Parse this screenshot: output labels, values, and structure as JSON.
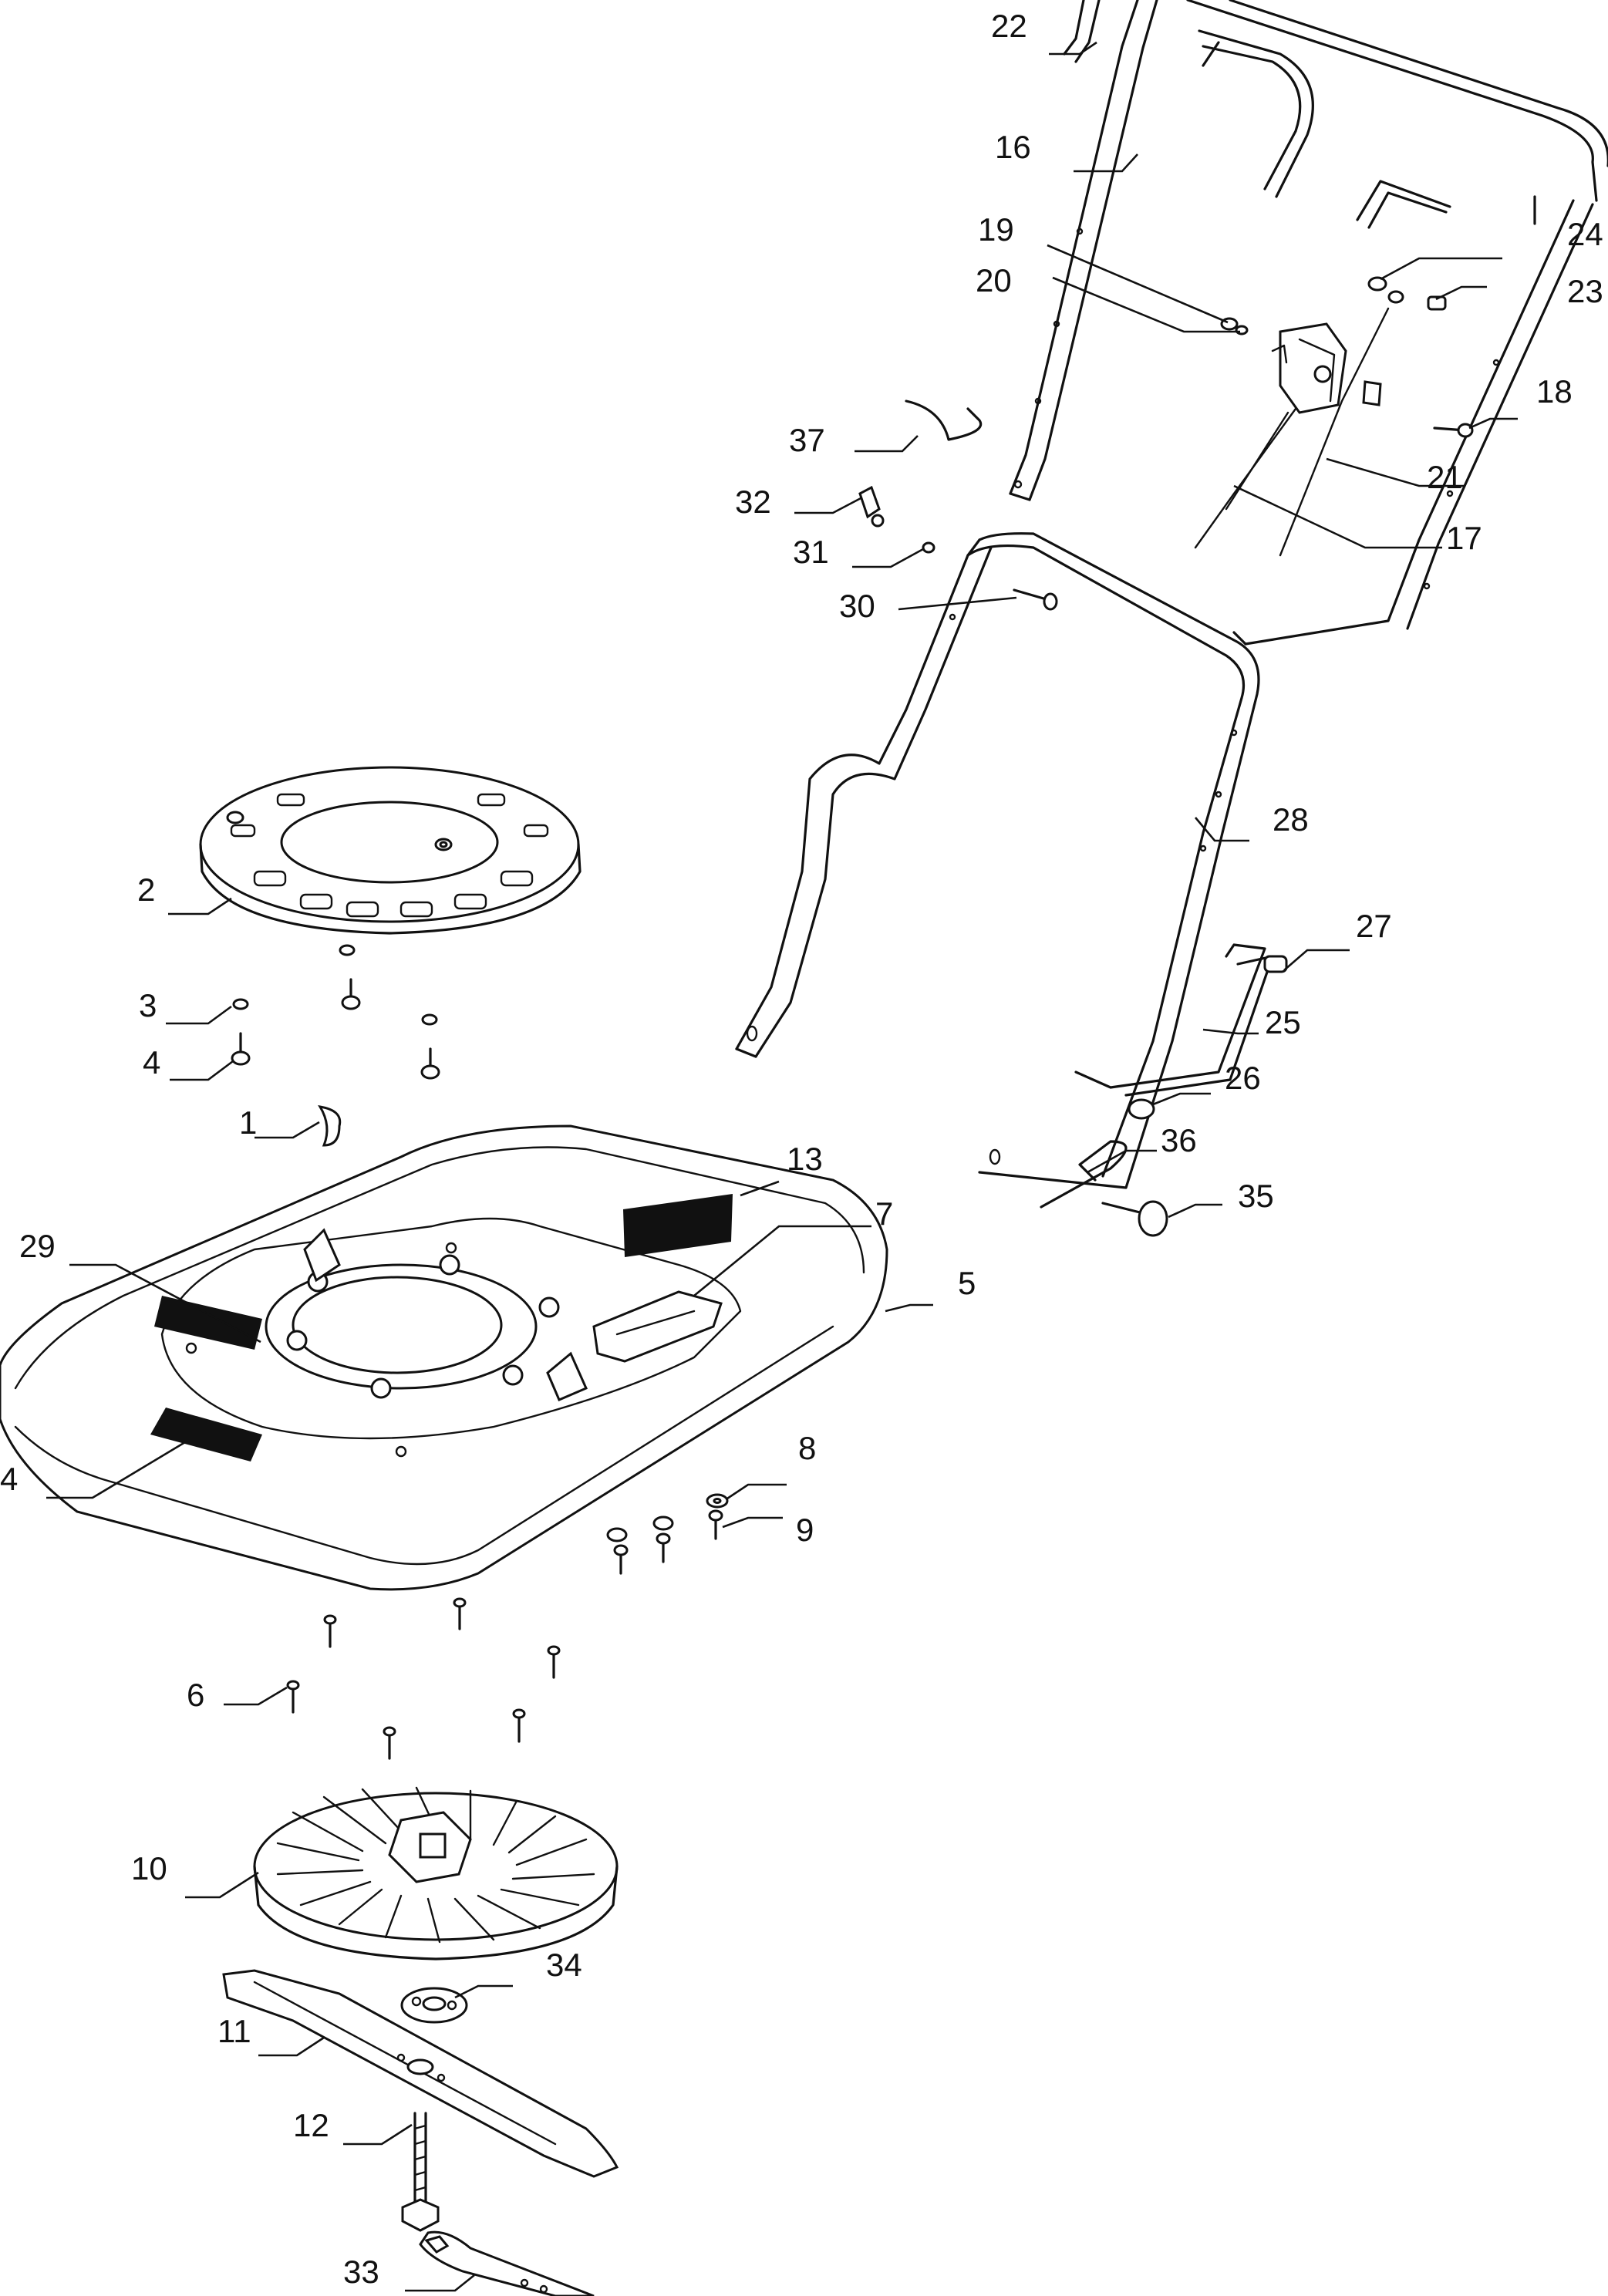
{
  "diagram": {
    "callouts": [
      {
        "id": "22",
        "label": "22"
      },
      {
        "id": "16",
        "label": "16"
      },
      {
        "id": "19",
        "label": "19"
      },
      {
        "id": "20",
        "label": "20"
      },
      {
        "id": "24",
        "label": "24"
      },
      {
        "id": "23",
        "label": "23"
      },
      {
        "id": "18",
        "label": "18"
      },
      {
        "id": "37",
        "label": "37"
      },
      {
        "id": "21",
        "label": "21"
      },
      {
        "id": "32",
        "label": "32"
      },
      {
        "id": "17",
        "label": "17"
      },
      {
        "id": "31",
        "label": "31"
      },
      {
        "id": "30",
        "label": "30"
      },
      {
        "id": "28",
        "label": "28"
      },
      {
        "id": "2",
        "label": "2"
      },
      {
        "id": "27",
        "label": "27"
      },
      {
        "id": "3",
        "label": "3"
      },
      {
        "id": "25",
        "label": "25"
      },
      {
        "id": "4a",
        "label": "4"
      },
      {
        "id": "26",
        "label": "26"
      },
      {
        "id": "1",
        "label": "1"
      },
      {
        "id": "36",
        "label": "36"
      },
      {
        "id": "13",
        "label": "13"
      },
      {
        "id": "35",
        "label": "35"
      },
      {
        "id": "7",
        "label": "7"
      },
      {
        "id": "29",
        "label": "29"
      },
      {
        "id": "5",
        "label": "5"
      },
      {
        "id": "8",
        "label": "8"
      },
      {
        "id": "4b",
        "label": "4"
      },
      {
        "id": "9",
        "label": "9"
      },
      {
        "id": "6",
        "label": "6"
      },
      {
        "id": "10",
        "label": "10"
      },
      {
        "id": "34",
        "label": "34"
      },
      {
        "id": "11",
        "label": "11"
      },
      {
        "id": "12",
        "label": "12"
      },
      {
        "id": "33",
        "label": "33"
      }
    ]
  }
}
